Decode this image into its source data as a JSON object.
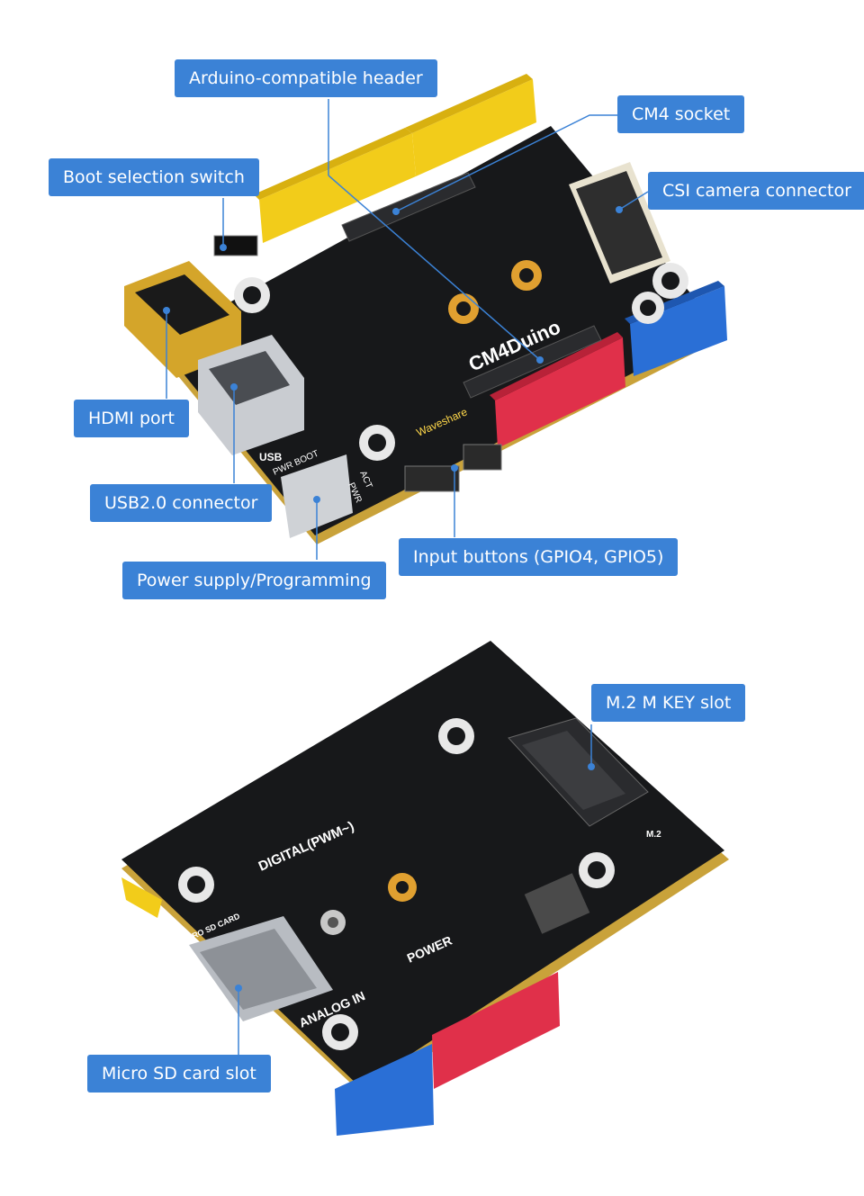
{
  "top_board": {
    "callouts": {
      "arduino_header": "Arduino-compatible header",
      "cm4_socket": "CM4 socket",
      "boot_switch": "Boot selection switch",
      "csi_connector": "CSI camera connector",
      "hdmi_port": "HDMI port",
      "usb_connector": "USB2.0 connector",
      "input_buttons": "Input buttons (GPIO4, GPIO5)",
      "power_supply": "Power supply/Programming"
    },
    "silkscreen": {
      "product": "CM4Duino",
      "brand": "Waveshare",
      "usb": "USB",
      "pwr_boot": "PWR BOOT",
      "act": "ACT",
      "pwr": "PWR"
    }
  },
  "bottom_board": {
    "callouts": {
      "m2_slot": "M.2 M KEY slot",
      "microsd_slot": "Micro SD  card slot"
    },
    "silkscreen": {
      "digital": "DIGITAL(PWM~)",
      "micro_sd_card": "MICRO SD CARD",
      "analog_in": "ANALOG IN",
      "power": "POWER",
      "m2": "M.2"
    }
  },
  "colors": {
    "callout_bg": "#3b82d6",
    "pcb": "#17181a",
    "header_yellow": "#f2cc1a",
    "header_blue": "#2a6fd6",
    "header_red": "#e0304a",
    "pcb_edge": "#c9a23a"
  }
}
